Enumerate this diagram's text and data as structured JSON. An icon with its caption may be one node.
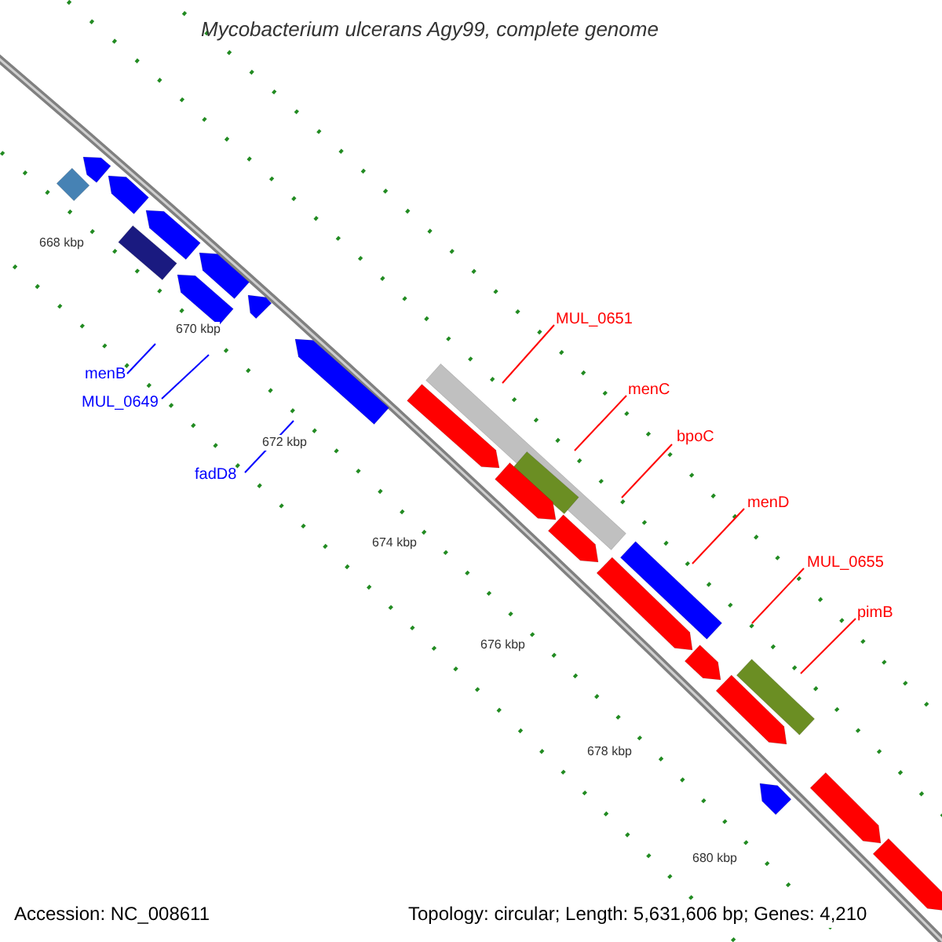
{
  "diagram": {
    "title": "Mycobacterium ulcerans Agy99, complete genome",
    "nodes": [
      {
        "text": [
          "menB"
        ]
      },
      {
        "text": [
          "MUL_0649"
        ]
      },
      {
        "text": [
          "fadD8"
        ]
      },
      {
        "text": [
          "MUL_0651"
        ]
      },
      {
        "text": [
          "menC"
        ]
      },
      {
        "text": [
          "bpoC"
        ]
      },
      {
        "text": [
          "menD"
        ]
      },
      {
        "text": [
          "MUL_0655"
        ]
      },
      {
        "text": [
          "pimB"
        ]
      }
    ],
    "edges": [
      {
        "from": 0,
        "to": null,
        "arrow": "none",
        "color": "#0000ff"
      },
      {
        "from": 1,
        "to": null,
        "arrow": "none",
        "color": "#0000ff"
      },
      {
        "from": 2,
        "to": null,
        "arrow": "none",
        "color": "#0000ff"
      },
      {
        "from": 3,
        "to": null,
        "arrow": "none"
      },
      {
        "from": 4,
        "to": null,
        "arrow": "none"
      },
      {
        "from": 5,
        "to": null,
        "arrow": "none"
      },
      {
        "from": 6,
        "to": null,
        "arrow": "none"
      },
      {
        "from": 7,
        "to": null,
        "arrow": "none"
      },
      {
        "from": 8,
        "to": null,
        "arrow": "none"
      }
    ],
    "labels": [
      "668 kbp",
      "670 kbp",
      "672 kbp",
      "674 kbp",
      "676 kbp",
      "678 kbp",
      "680 kbp",
      "Accession: NC_008611",
      "Topology: circular; Length: 5,631,606 bp; Genes: 4,210"
    ]
  }
}
